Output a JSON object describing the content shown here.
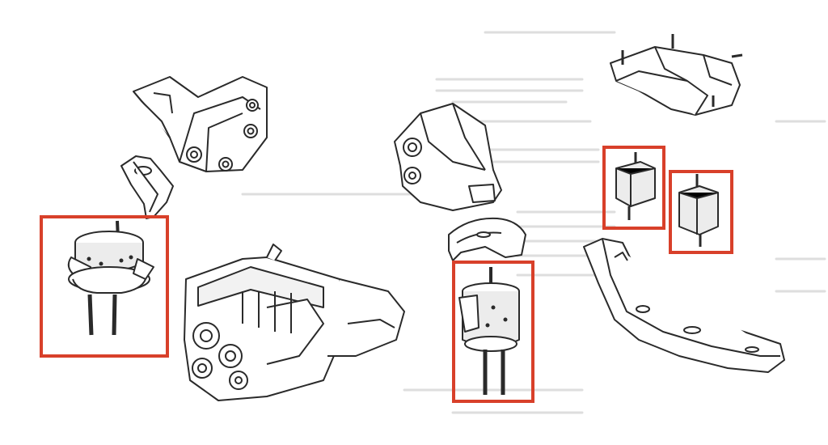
{
  "colors": {
    "highlight": "#d8402a",
    "line": "#2a2a2a",
    "rubber": "#e6e6e6",
    "ghost_text": "#dcdcdc"
  },
  "parts": [
    {
      "name": "rear-upper-bracket-drawing"
    },
    {
      "name": "bracket-plate-drawing"
    },
    {
      "name": "front-mount-drawing",
      "highlighted": true
    },
    {
      "name": "engine-transmission-drawing"
    },
    {
      "name": "center-bracket-drawing"
    },
    {
      "name": "cover-plate-drawing"
    },
    {
      "name": "center-mount-drawing",
      "highlighted": true
    },
    {
      "name": "top-right-bracket-drawing"
    },
    {
      "name": "small-mount-left-drawing",
      "highlighted": true
    },
    {
      "name": "small-mount-right-drawing",
      "highlighted": true
    },
    {
      "name": "crossmember-drawing"
    }
  ]
}
